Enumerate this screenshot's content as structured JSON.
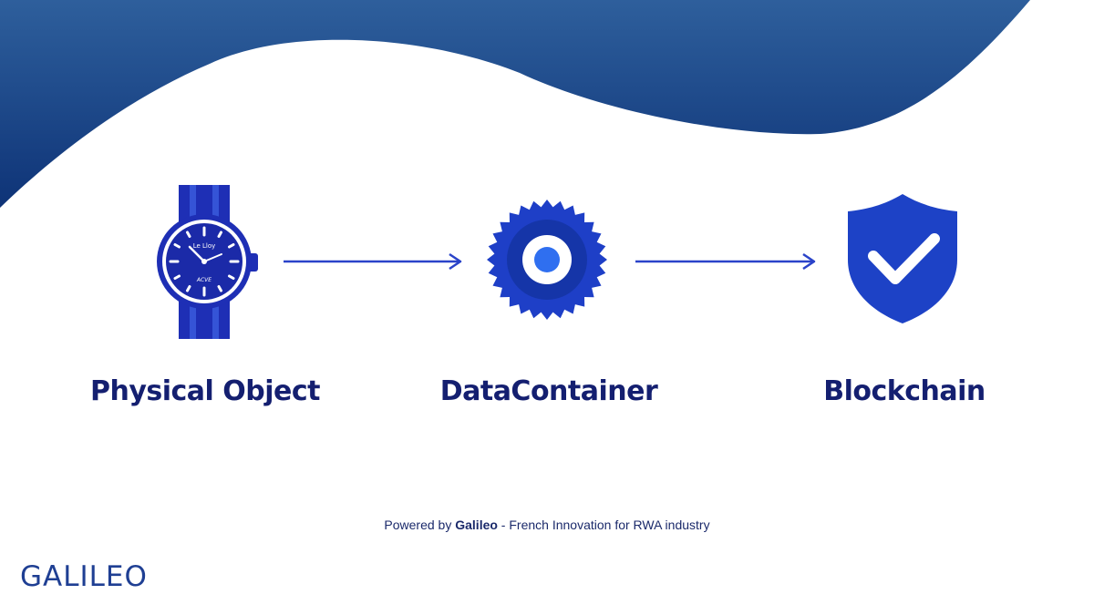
{
  "colors": {
    "wave_light": "#2e5f9c",
    "wave_dark": "#0e3377",
    "icon_blue": "#1e3fc7",
    "label_navy": "#141f70",
    "footer_text": "#1b2a6b",
    "logo_blue": "#1f3f93"
  },
  "flow": {
    "steps": [
      {
        "label": "Physical Object",
        "icon": "watch-icon"
      },
      {
        "label": "DataContainer",
        "icon": "gear-badge-icon"
      },
      {
        "label": "Blockchain",
        "icon": "shield-check-icon"
      }
    ],
    "watch_text_top": "Le Lloy",
    "watch_text_bottom": "ACVE"
  },
  "footer": {
    "prefix": "Powered by ",
    "brand": "Galileo",
    "suffix": " - French Innovation for RWA industry"
  },
  "logo": {
    "text": "GALILEO"
  }
}
